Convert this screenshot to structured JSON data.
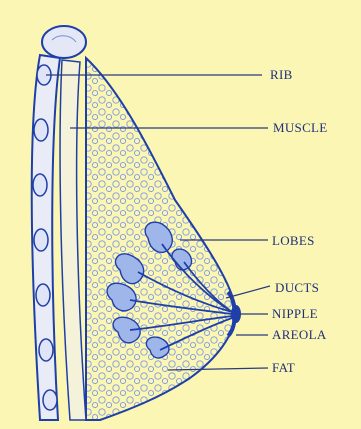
{
  "diagram": {
    "labels": {
      "rib": "RIB",
      "muscle": "MUSCLE",
      "lobes": "LOBES",
      "ducts": "DUCTS",
      "nipple": "NIPPLE",
      "areola": "AREOLA",
      "fat": "FAT"
    }
  },
  "colors": {
    "background": "#fbf6b4",
    "ink": "#1f3fa8",
    "tissue": "#6b8fd6"
  }
}
